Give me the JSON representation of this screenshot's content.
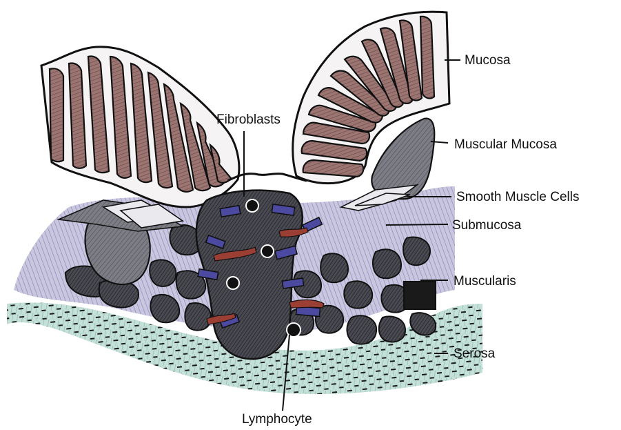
{
  "labels": {
    "mucosa": "Mucosa",
    "muscular_mucosa": "Muscular Mucosa",
    "smooth_muscle_cells": "Smooth Muscle Cells",
    "submucosa": "Submucosa",
    "muscularis": "Muscularis",
    "serosa": "Serosa",
    "fibroblasts": "Fibroblasts",
    "lymphocyte": "Lymphocyte"
  },
  "colors": {
    "mucosa_fill": "#8f6662",
    "submucosa_fill": "#b9b5d2",
    "muscular_mucosa_fill": "#6e6e78",
    "muscularis_fill": "#3d3d44",
    "serosa_fill": "#a9cfc4",
    "fibroblast_fill": "#4b4aa0",
    "vessel_fill": "#9b3f34",
    "outline": "#111111"
  }
}
